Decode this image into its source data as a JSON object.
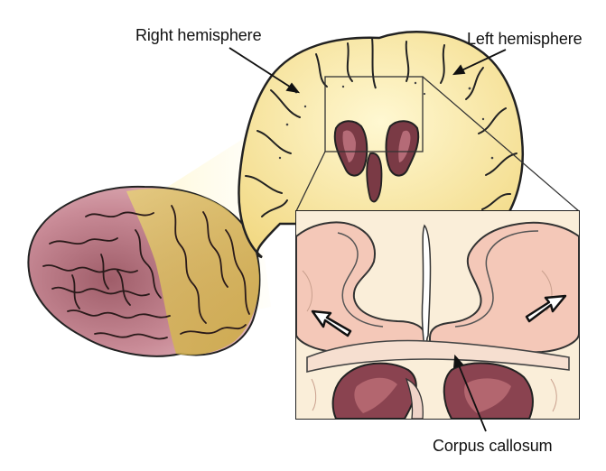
{
  "labels": {
    "right_hemisphere": "Right hemisphere",
    "left_hemisphere": "Left hemisphere",
    "corpus_callosum": "Corpus callosum"
  },
  "colors": {
    "background": "#ffffff",
    "white_matter": "#f8e7a8",
    "white_matter_edge": "#e8cf74",
    "gray_matter": "#f3c7b7",
    "ventricle_dark": "#7a3a45",
    "ventricle_mid": "#b56b77",
    "brain_pink": "#c98b97",
    "brain_yellow": "#d8bc55",
    "outline": "#222222",
    "highlight_cone": "#fff6c9"
  },
  "icons": {
    "arrow_left": "arrow-up-left-icon",
    "arrow_right": "arrow-up-right-icon"
  }
}
